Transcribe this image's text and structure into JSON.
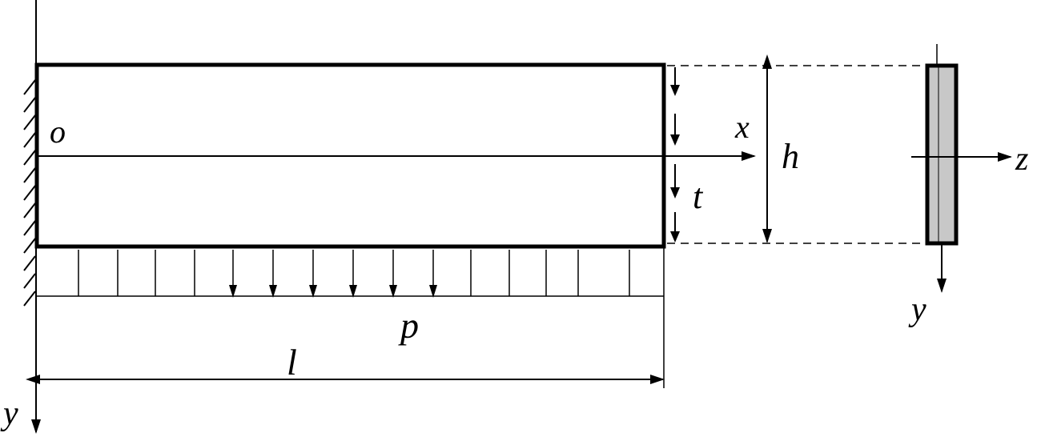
{
  "labels": {
    "origin": "o",
    "x_axis": "x",
    "y_axis_bottom": "y",
    "height": "h",
    "shear_load": "t",
    "distributed_load": "p",
    "length": "l",
    "z_axis": "z",
    "y_axis_section": "y"
  },
  "colors": {
    "stroke": "#000000",
    "section_fill": "#c8c8c8",
    "background": "#ffffff"
  },
  "icons": {
    "wall_support": "hatched-wall",
    "load_arrow": "arrow-down"
  }
}
